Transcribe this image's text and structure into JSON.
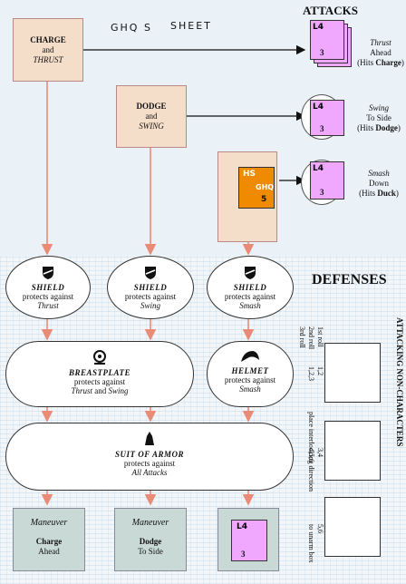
{
  "header": {
    "title_parts": [
      "GHQ S",
      "SHEET"
    ],
    "attacks": "ATTACKS",
    "defenses": "DEFENSES"
  },
  "attack_boxes": [
    {
      "line1": "CHARGE",
      "line2": "and",
      "line3": "THRUST"
    },
    {
      "line1": "DODGE",
      "line2": "and",
      "line3": "SWING"
    }
  ],
  "attack_counters": [
    {
      "label": "L4",
      "value": "3"
    },
    {
      "label": "L4",
      "value": "3"
    },
    {
      "label": "L4",
      "value": "3"
    }
  ],
  "ghq_counter": {
    "label": "HS",
    "tag": "GHQ",
    "value": "5",
    "color": "#f08a00"
  },
  "attack_types": [
    {
      "verb": "Thrust",
      "dir": "Ahead",
      "hits_pre": "(Hits ",
      "hits": "Charge",
      "hits_post": ")"
    },
    {
      "verb": "Swing",
      "dir": "To Side",
      "hits_pre": "(Hits ",
      "hits": "Dodge",
      "hits_post": ")"
    },
    {
      "verb": "Smash",
      "dir": "Down",
      "hits_pre": "(Hits ",
      "hits": "Duck",
      "hits_post": ")"
    }
  ],
  "defenses": {
    "shields": [
      {
        "name": "SHIELD",
        "line": "protects against",
        "vs": "Thrust"
      },
      {
        "name": "SHIELD",
        "line": "protects against",
        "vs": "Swing"
      },
      {
        "name": "SHIELD",
        "line": "protects against",
        "vs": "Smash"
      }
    ],
    "breastplate": {
      "name": "BREASTPLATE",
      "line": "protects against",
      "vs1": "Thrust",
      "and": "and",
      "vs2": "Swing"
    },
    "helmet": {
      "name": "HELMET",
      "line": "protects against",
      "vs": "Smash"
    },
    "armor": {
      "name": "SUIT OF ARMOR",
      "line": "protects against",
      "vs": "All Attacks"
    }
  },
  "maneuvers": [
    {
      "title": "Maneuver",
      "bold": "Charge",
      "sub": "Ahead"
    },
    {
      "title": "Maneuver",
      "bold": "Dodge",
      "sub": "To Side"
    }
  ],
  "maneuver_counter": {
    "label": "L4",
    "value": "3"
  },
  "side": {
    "attacking": "ATTACKING NON-CHARACTERS",
    "first_roll": "1st roll",
    "second_roll": "2nd roll",
    "third_roll": "3rd roll",
    "r1": "1,2,3",
    "r2_a": "1,2",
    "r3_a": "3,4",
    "r3_b": "4,5,6",
    "r4": "5,6",
    "place": "place interlocking direction",
    "unarm": "to unarm box"
  },
  "colors": {
    "arrow": "#e98b77",
    "attack_box": "#f4ddc9",
    "counter": "#f0a8ff",
    "maneuver": "#c9d9d6"
  }
}
